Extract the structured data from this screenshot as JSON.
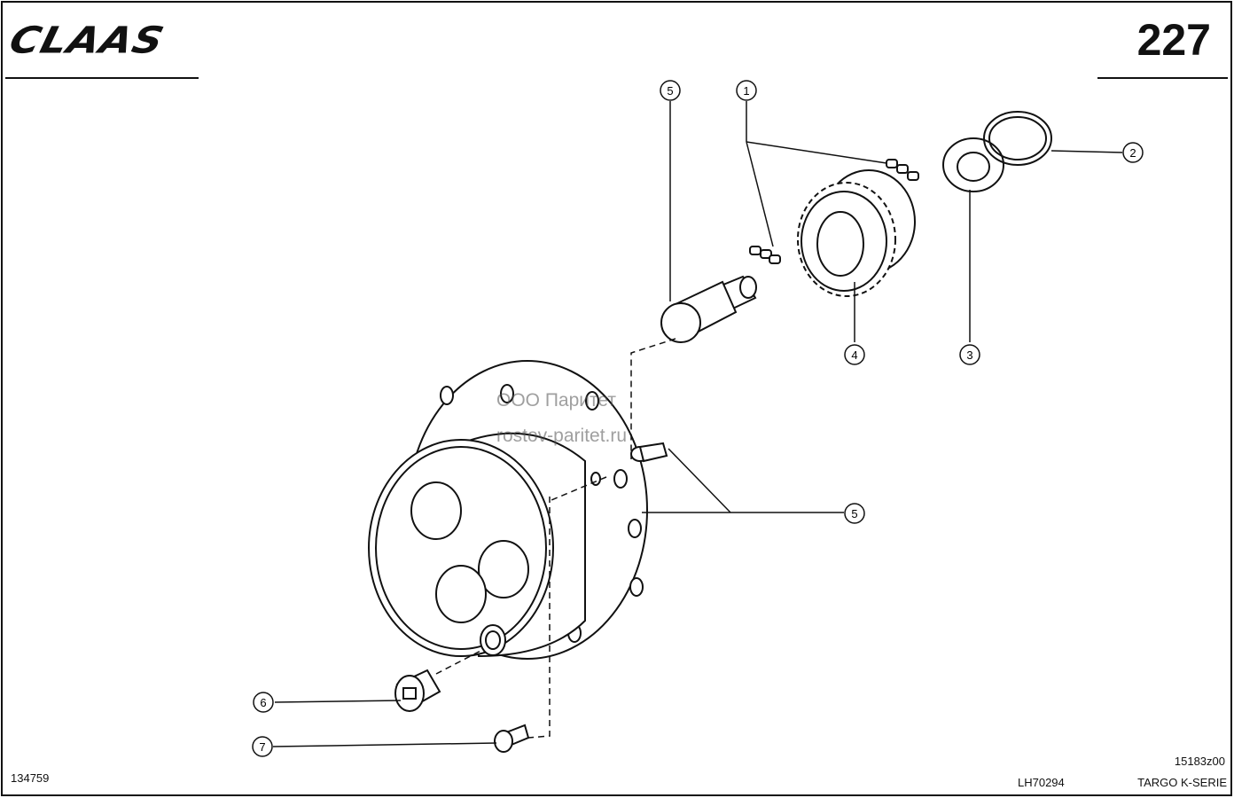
{
  "header": {
    "brand_logo_text": "CLAAS",
    "page_number": "227"
  },
  "callouts": [
    {
      "id": "callout-5-top",
      "label": "5"
    },
    {
      "id": "callout-1",
      "label": "1"
    },
    {
      "id": "callout-2",
      "label": "2"
    },
    {
      "id": "callout-3",
      "label": "3"
    },
    {
      "id": "callout-4",
      "label": "4"
    },
    {
      "id": "callout-5-right",
      "label": "5"
    },
    {
      "id": "callout-6",
      "label": "6"
    },
    {
      "id": "callout-7",
      "label": "7"
    }
  ],
  "watermark": {
    "line1": "ООО Паритет",
    "line2": "rostov-paritet.ru"
  },
  "footer": {
    "drawing_id": "134759",
    "part_ref": "LH70294",
    "figure_code": "15183z00",
    "series": "TARGO K-SERIE"
  },
  "colors": {
    "line": "#111111",
    "background": "#ffffff",
    "watermark": "#777777"
  }
}
